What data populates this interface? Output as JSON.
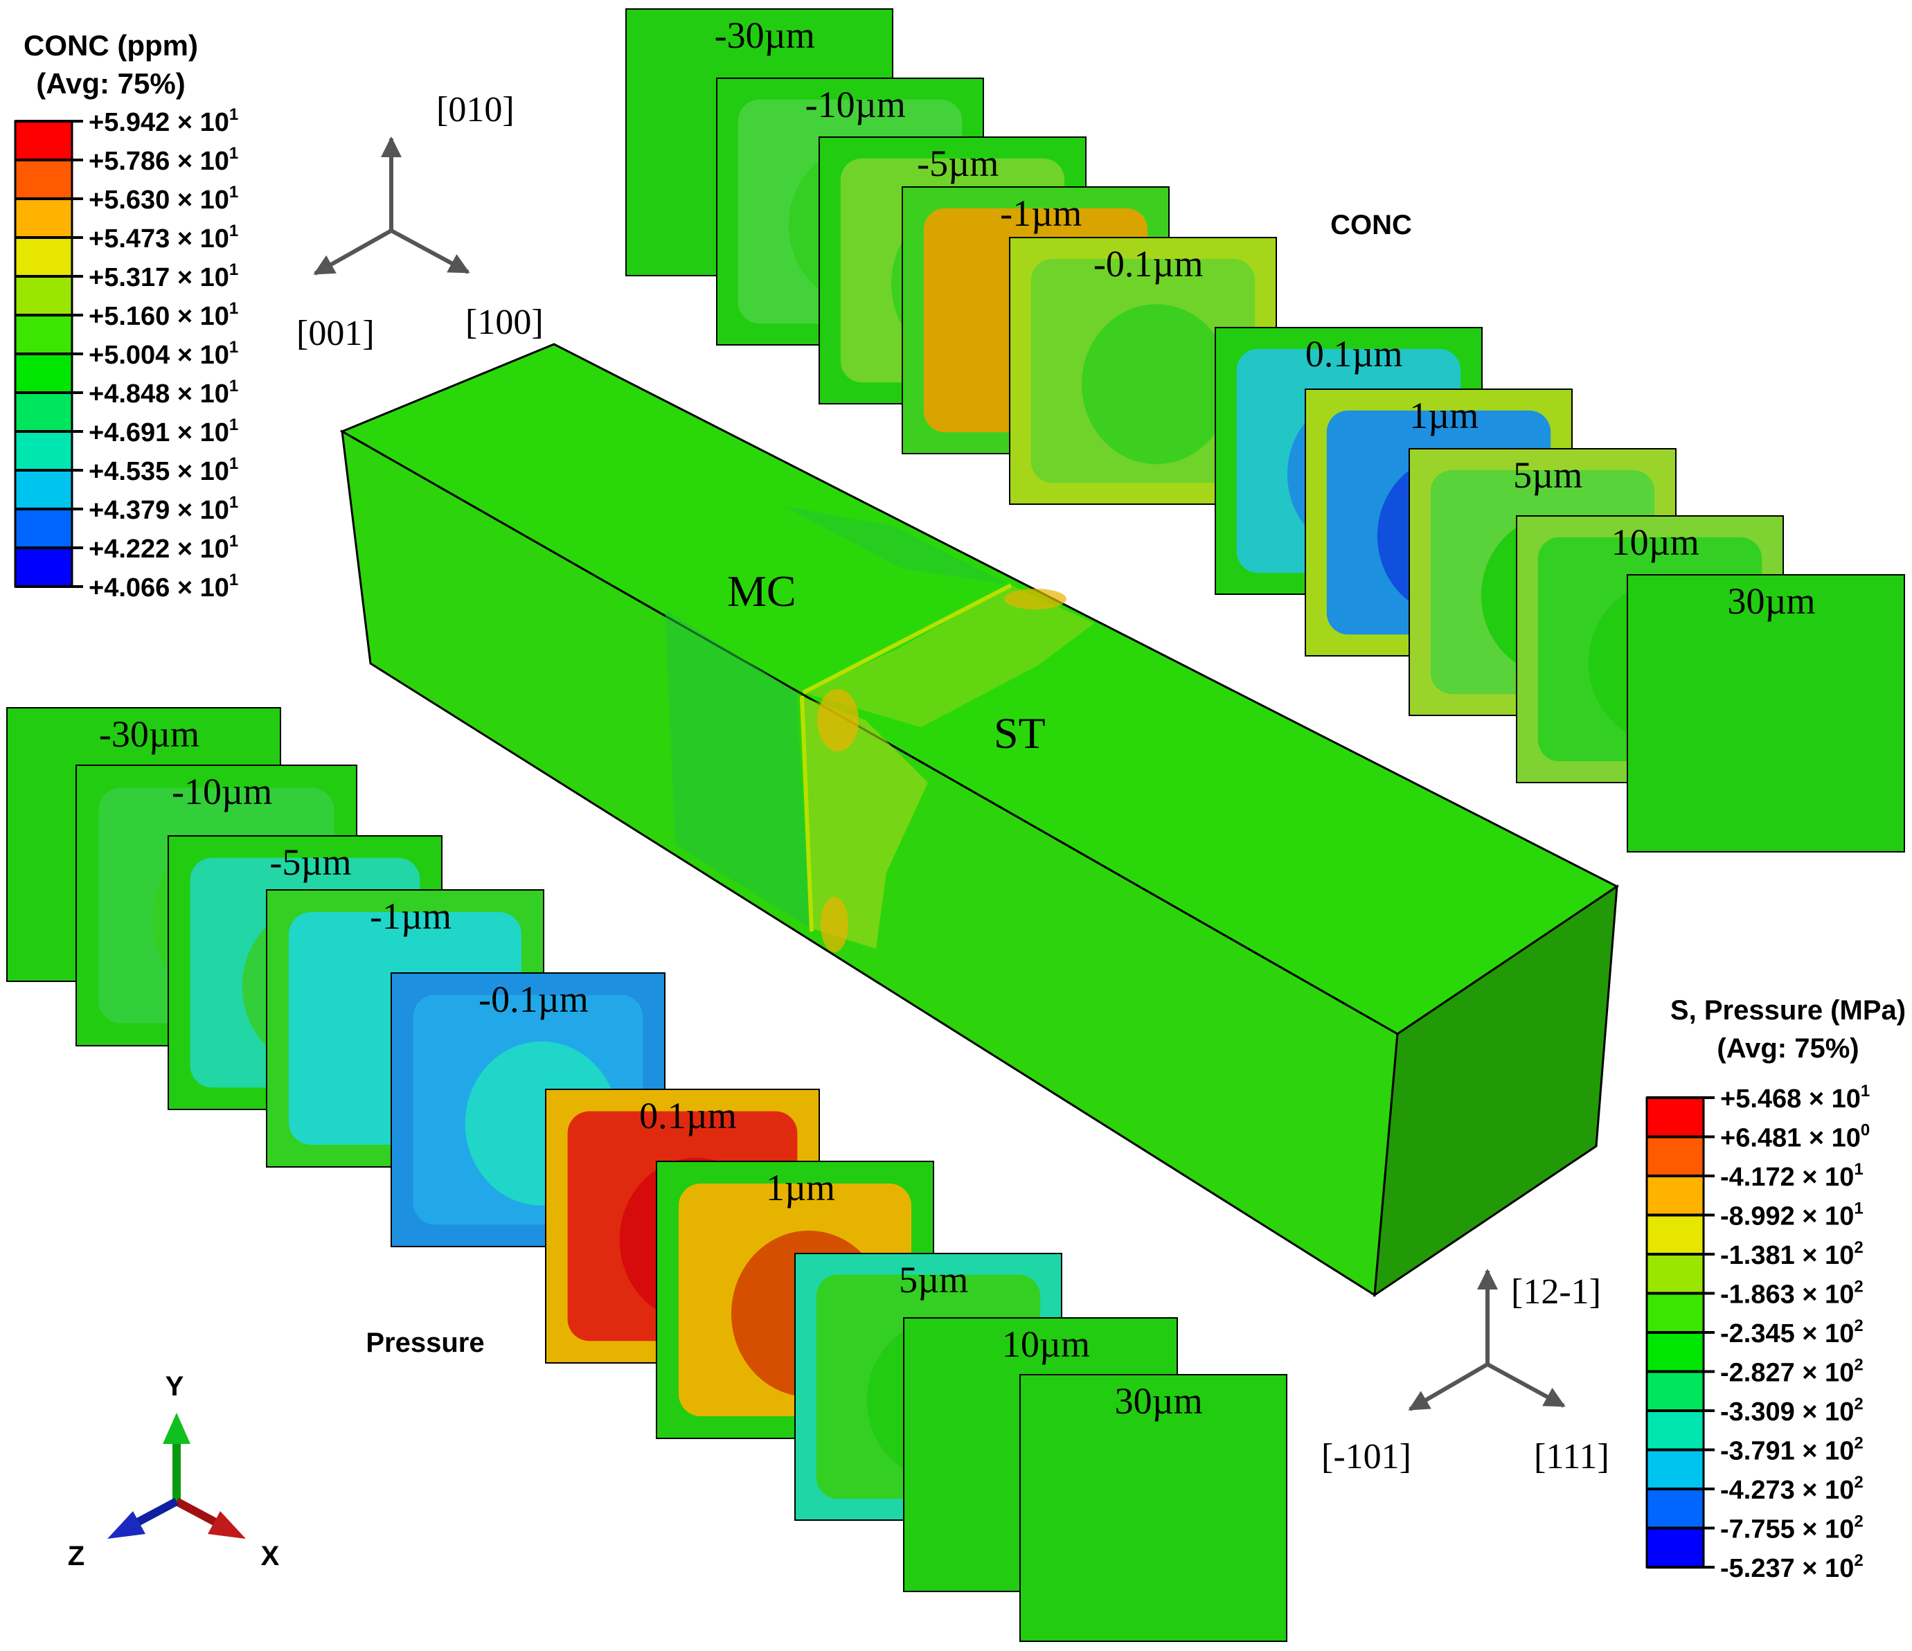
{
  "conc_legend": {
    "title": "CONC (ppm)",
    "subtitle": "(Avg: 75%)",
    "colors": [
      "#ff0000",
      "#ff5a00",
      "#ffb300",
      "#e6e600",
      "#9ae600",
      "#3ce600",
      "#00e600",
      "#00e65c",
      "#00e6b0",
      "#00c4f0",
      "#0066ff",
      "#0000ff"
    ],
    "values": [
      {
        "mant": "+5.942",
        "exp": "1"
      },
      {
        "mant": "+5.786",
        "exp": "1"
      },
      {
        "mant": "+5.630",
        "exp": "1"
      },
      {
        "mant": "+5.473",
        "exp": "1"
      },
      {
        "mant": "+5.317",
        "exp": "1"
      },
      {
        "mant": "+5.160",
        "exp": "1"
      },
      {
        "mant": "+5.004",
        "exp": "1"
      },
      {
        "mant": "+4.848",
        "exp": "1"
      },
      {
        "mant": "+4.691",
        "exp": "1"
      },
      {
        "mant": "+4.535",
        "exp": "1"
      },
      {
        "mant": "+4.379",
        "exp": "1"
      },
      {
        "mant": "+4.222",
        "exp": "1"
      },
      {
        "mant": "+4.066",
        "exp": "1"
      }
    ]
  },
  "pressure_legend": {
    "title": "S, Pressure (MPa)",
    "subtitle": "(Avg: 75%)",
    "colors": [
      "#ff0000",
      "#ff5a00",
      "#ffb300",
      "#e6e600",
      "#9ae600",
      "#3ce600",
      "#00e600",
      "#00e65c",
      "#00e6b0",
      "#00c4f0",
      "#0066ff",
      "#0000ff"
    ],
    "values": [
      {
        "mant": "+5.468",
        "exp": "1"
      },
      {
        "mant": "+6.481",
        "exp": "0"
      },
      {
        "mant": "-4.172",
        "exp": "1"
      },
      {
        "mant": "-8.992",
        "exp": "1"
      },
      {
        "mant": "-1.381",
        "exp": "2"
      },
      {
        "mant": "-1.863",
        "exp": "2"
      },
      {
        "mant": "-2.345",
        "exp": "2"
      },
      {
        "mant": "-2.827",
        "exp": "2"
      },
      {
        "mant": "-3.309",
        "exp": "2"
      },
      {
        "mant": "-3.791",
        "exp": "2"
      },
      {
        "mant": "-4.273",
        "exp": "2"
      },
      {
        "mant": "-7.755",
        "exp": "2"
      },
      {
        "mant": "-5.237",
        "exp": "2"
      }
    ]
  },
  "crystal_axes_top": {
    "y": "[010]",
    "left": "[001]",
    "right": "[100]"
  },
  "crystal_axes_bottom": {
    "y": "[12-1]",
    "left": "[-101]",
    "right": "[111]"
  },
  "global_axes": {
    "y": "Y",
    "z": "Z",
    "x": "X"
  },
  "region_labels": {
    "mc": "MC",
    "st": "ST"
  },
  "section_labels": {
    "conc": "CONC",
    "pressure": "Pressure"
  },
  "conc_slices": [
    {
      "label": "-30µm",
      "edge": "#22cc11",
      "inner": "#22cc11",
      "core": "#22cc11"
    },
    {
      "label": "-10µm",
      "edge": "#22cc11",
      "inner": "#44d23a",
      "core": "#33cf22"
    },
    {
      "label": "-5µm",
      "edge": "#22cc11",
      "inner": "#6fd32a",
      "core": "#3ccf20"
    },
    {
      "label": "-1µm",
      "edge": "#3ccf20",
      "inner": "#d9a400",
      "core": "#d9a400"
    },
    {
      "label": "-0.1µm",
      "edge": "#a6d61a",
      "inner": "#6fd32a",
      "core": "#3ccf20"
    },
    {
      "label": "0.1µm",
      "edge": "#22cc11",
      "inner": "#22c6c6",
      "core": "#1e90e0"
    },
    {
      "label": "1µm",
      "edge": "#a6d61a",
      "inner": "#1e90e0",
      "core": "#1050dd"
    },
    {
      "label": "5µm",
      "edge": "#9ad42a",
      "inner": "#5ad23a",
      "core": "#22cc11"
    },
    {
      "label": "10µm",
      "edge": "#7ed232",
      "inner": "#33cf22",
      "core": "#22cc11"
    },
    {
      "label": "30µm",
      "edge": "#22cc11",
      "inner": "#22cc11",
      "core": "#22cc11"
    }
  ],
  "pressure_slices": [
    {
      "label": "-30µm",
      "edge": "#22cc11",
      "inner": "#22cc11",
      "core": "#22cc11"
    },
    {
      "label": "-10µm",
      "edge": "#22cc11",
      "inner": "#33cf3a",
      "core": "#33cf22"
    },
    {
      "label": "-5µm",
      "edge": "#22cc11",
      "inner": "#22d6a6",
      "core": "#33cf3a"
    },
    {
      "label": "-1µm",
      "edge": "#33cf22",
      "inner": "#1fd6c8",
      "core": "#1fd6c8"
    },
    {
      "label": "-0.1µm",
      "edge": "#1e90e0",
      "inner": "#22a8e8",
      "core": "#1fd6c8"
    },
    {
      "label": "0.1µm",
      "edge": "#e6b400",
      "inner": "#e02a10",
      "core": "#d60c0c"
    },
    {
      "label": "1µm",
      "edge": "#22cc11",
      "inner": "#e6b400",
      "core": "#d45000"
    },
    {
      "label": "5µm",
      "edge": "#1fd6a6",
      "inner": "#33cf22",
      "core": "#22cc11"
    },
    {
      "label": "10µm",
      "edge": "#22cc11",
      "inner": "#22cc11",
      "core": "#22cc11"
    },
    {
      "label": "30µm",
      "edge": "#22cc11",
      "inner": "#22cc11",
      "core": "#22cc11"
    }
  ],
  "beam_colors": {
    "top": "#2ad80a",
    "front": "#2dd40b",
    "end": "#229a07"
  }
}
